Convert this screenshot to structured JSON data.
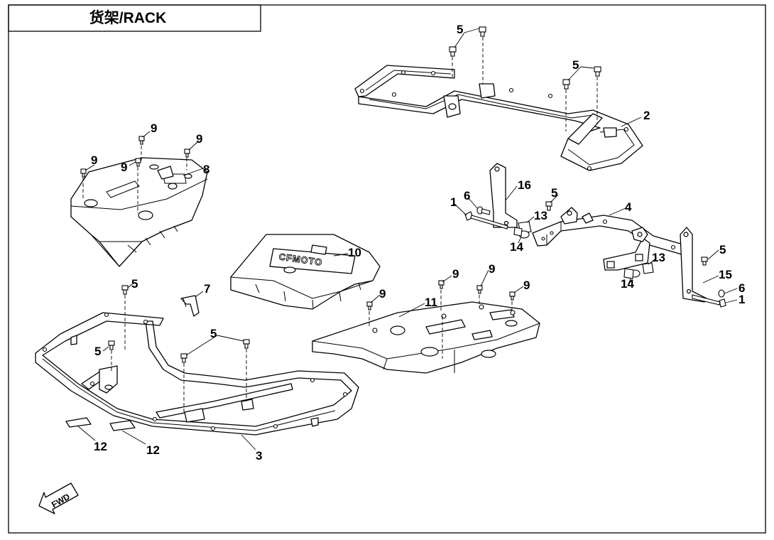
{
  "title": "货架/RACK",
  "brand_text": "CFMOTO",
  "direction_label": "FWD",
  "callouts": [
    {
      "id": "c5a",
      "text": "5"
    },
    {
      "id": "c5b",
      "text": "5"
    },
    {
      "id": "c2",
      "text": "2"
    },
    {
      "id": "c9a",
      "text": "9"
    },
    {
      "id": "c9b",
      "text": "9"
    },
    {
      "id": "c9c",
      "text": "9"
    },
    {
      "id": "c9d",
      "text": "9"
    },
    {
      "id": "c8",
      "text": "8"
    },
    {
      "id": "c16",
      "text": "16"
    },
    {
      "id": "c1a",
      "text": "1"
    },
    {
      "id": "c6a",
      "text": "6"
    },
    {
      "id": "c5c",
      "text": "5"
    },
    {
      "id": "c4",
      "text": "4"
    },
    {
      "id": "c13a",
      "text": "13"
    },
    {
      "id": "c14a",
      "text": "14"
    },
    {
      "id": "c10",
      "text": "10"
    },
    {
      "id": "c5d",
      "text": "5"
    },
    {
      "id": "c13b",
      "text": "13"
    },
    {
      "id": "c14b",
      "text": "14"
    },
    {
      "id": "c15",
      "text": "15"
    },
    {
      "id": "c6b",
      "text": "6"
    },
    {
      "id": "c1b",
      "text": "1"
    },
    {
      "id": "c5e",
      "text": "5"
    },
    {
      "id": "c7",
      "text": "7"
    },
    {
      "id": "c9e",
      "text": "9"
    },
    {
      "id": "c9f",
      "text": "9"
    },
    {
      "id": "c9g",
      "text": "9"
    },
    {
      "id": "c9h",
      "text": "9"
    },
    {
      "id": "c11",
      "text": "11"
    },
    {
      "id": "c5f",
      "text": "5"
    },
    {
      "id": "c5g",
      "text": "5"
    },
    {
      "id": "c12a",
      "text": "12"
    },
    {
      "id": "c12b",
      "text": "12"
    },
    {
      "id": "c3",
      "text": "3"
    }
  ]
}
